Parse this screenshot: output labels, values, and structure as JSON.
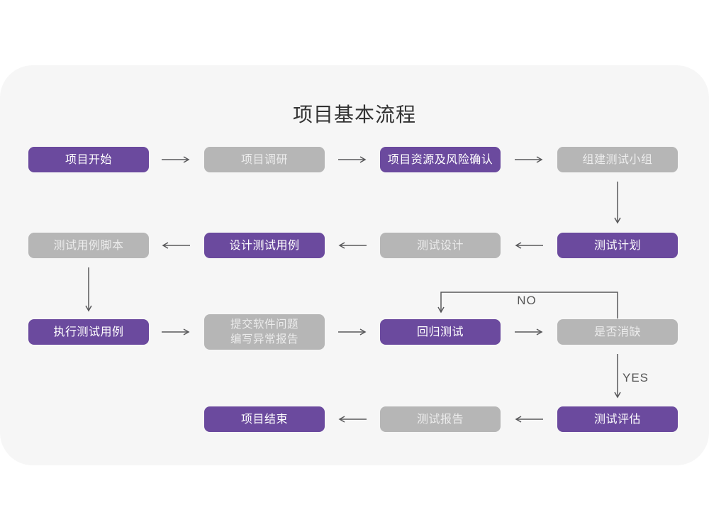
{
  "title": "项目基本流程",
  "colors": {
    "purple": "#6b4a9e",
    "gray": "#b6b6b6",
    "purple_text": "#ffffff",
    "gray_text": "#ececec",
    "arrow": "#58585a",
    "card_bg": "#f6f6f6",
    "page_bg": "#ffffff",
    "title_text": "#333333",
    "edge_label_text": "#555555"
  },
  "nodes": [
    {
      "id": "project-start",
      "label": "项目开始",
      "variant": "purple"
    },
    {
      "id": "project-research",
      "label": "项目调研",
      "variant": "gray"
    },
    {
      "id": "resources-risk-confirm",
      "label": "项目资源及风险确认",
      "variant": "purple"
    },
    {
      "id": "form-test-team",
      "label": "组建测试小组",
      "variant": "gray"
    },
    {
      "id": "test-case-script",
      "label": "测试用例脚本",
      "variant": "gray"
    },
    {
      "id": "design-test-case",
      "label": "设计测试用例",
      "variant": "purple"
    },
    {
      "id": "test-design",
      "label": "测试设计",
      "variant": "gray"
    },
    {
      "id": "test-plan",
      "label": "测试计划",
      "variant": "purple"
    },
    {
      "id": "execute-test-case",
      "label": "执行测试用例",
      "variant": "purple"
    },
    {
      "id": "submit-issue-report",
      "label": "提交软件问题\n编写异常报告",
      "variant": "gray"
    },
    {
      "id": "regression-test",
      "label": "回归测试",
      "variant": "purple"
    },
    {
      "id": "defect-cleared",
      "label": "是否消缺",
      "variant": "gray"
    },
    {
      "id": "project-end",
      "label": "项目结束",
      "variant": "purple"
    },
    {
      "id": "test-report",
      "label": "测试报告",
      "variant": "gray"
    },
    {
      "id": "test-evaluate",
      "label": "测试评估",
      "variant": "purple"
    }
  ],
  "edge_labels": {
    "no": "NO",
    "yes": "YES"
  }
}
